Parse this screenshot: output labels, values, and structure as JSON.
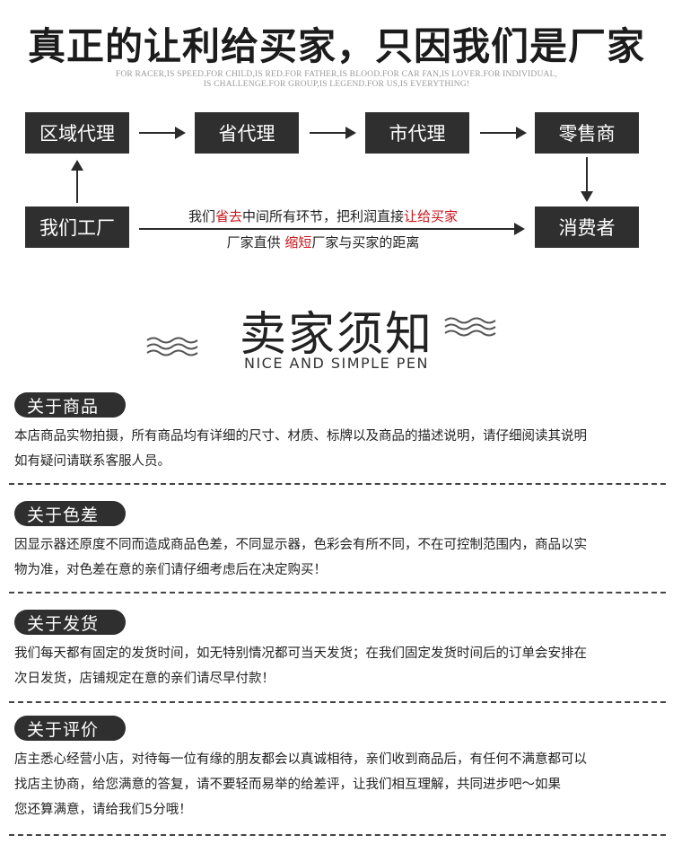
{
  "headline": "真正的让利给买家，只因我们是厂家",
  "motto": {
    "line1": "FOR RACER,IS SPEED.FOR CHILD,IS RED.FOR FATHER,IS BLOOD.FOR CAR FAN,IS LOVER.FOR INDIVIDUAL,",
    "line2": "IS CHALLENGE.FOR GROUP,IS LEGEND.FOR US,IS EVERYTHING!"
  },
  "flow": {
    "regional_agent": "区域代理",
    "provincial_agent": "省代理",
    "city_agent": "市代理",
    "retailer": "零售商",
    "our_factory": "我们工厂",
    "consumer": "消费者",
    "line1": {
      "pre": "我们",
      "red1": "省去",
      "mid": "中间所有环节，把利润直接",
      "red2": "让给买家"
    },
    "line2": {
      "pre": "厂家直供 ",
      "red": "缩短",
      "post": "厂家与买家的距离"
    }
  },
  "section": {
    "title": "卖家须知",
    "subtitle": "NICE AND SIMPLE PEN"
  },
  "notices": [
    {
      "label": "关于商品",
      "lines": [
        "本店商品实物拍摄，所有商品均有详细的尺寸、材质、标牌以及商品的描述说明，请仔细阅读其说明",
        "如有疑问请联系客服人员。"
      ]
    },
    {
      "label": "关于色差",
      "lines": [
        "因显示器还原度不同而造成商品色差，不同显示器，色彩会有所不同，不在可控制范围内，商品以实",
        "物为准，对色差在意的亲们请仔细考虑后在决定购买！"
      ]
    },
    {
      "label": "关于发货",
      "lines": [
        "我们每天都有固定的发货时间，如无特别情况都可当天发货；在我们固定发货时间后的订单会安排在",
        "次日发货，店铺规定在意的亲们请尽早付款！"
      ]
    },
    {
      "label": "关于评价",
      "lines": [
        "店主悉心经营小店，对待每一位有缘的朋友都会以真诚相待，亲们收到商品后，有任何不满意都可以",
        "找店主协商，给您满意的答复，请不要轻而易举的给差评，让我们相互理解，共同进步吧～如果",
        "您还算满意，请给我们5分哦！"
      ]
    }
  ],
  "colors": {
    "box_bg": "#2f2f2f",
    "accent_red": "#c8161d",
    "text": "#222222"
  }
}
